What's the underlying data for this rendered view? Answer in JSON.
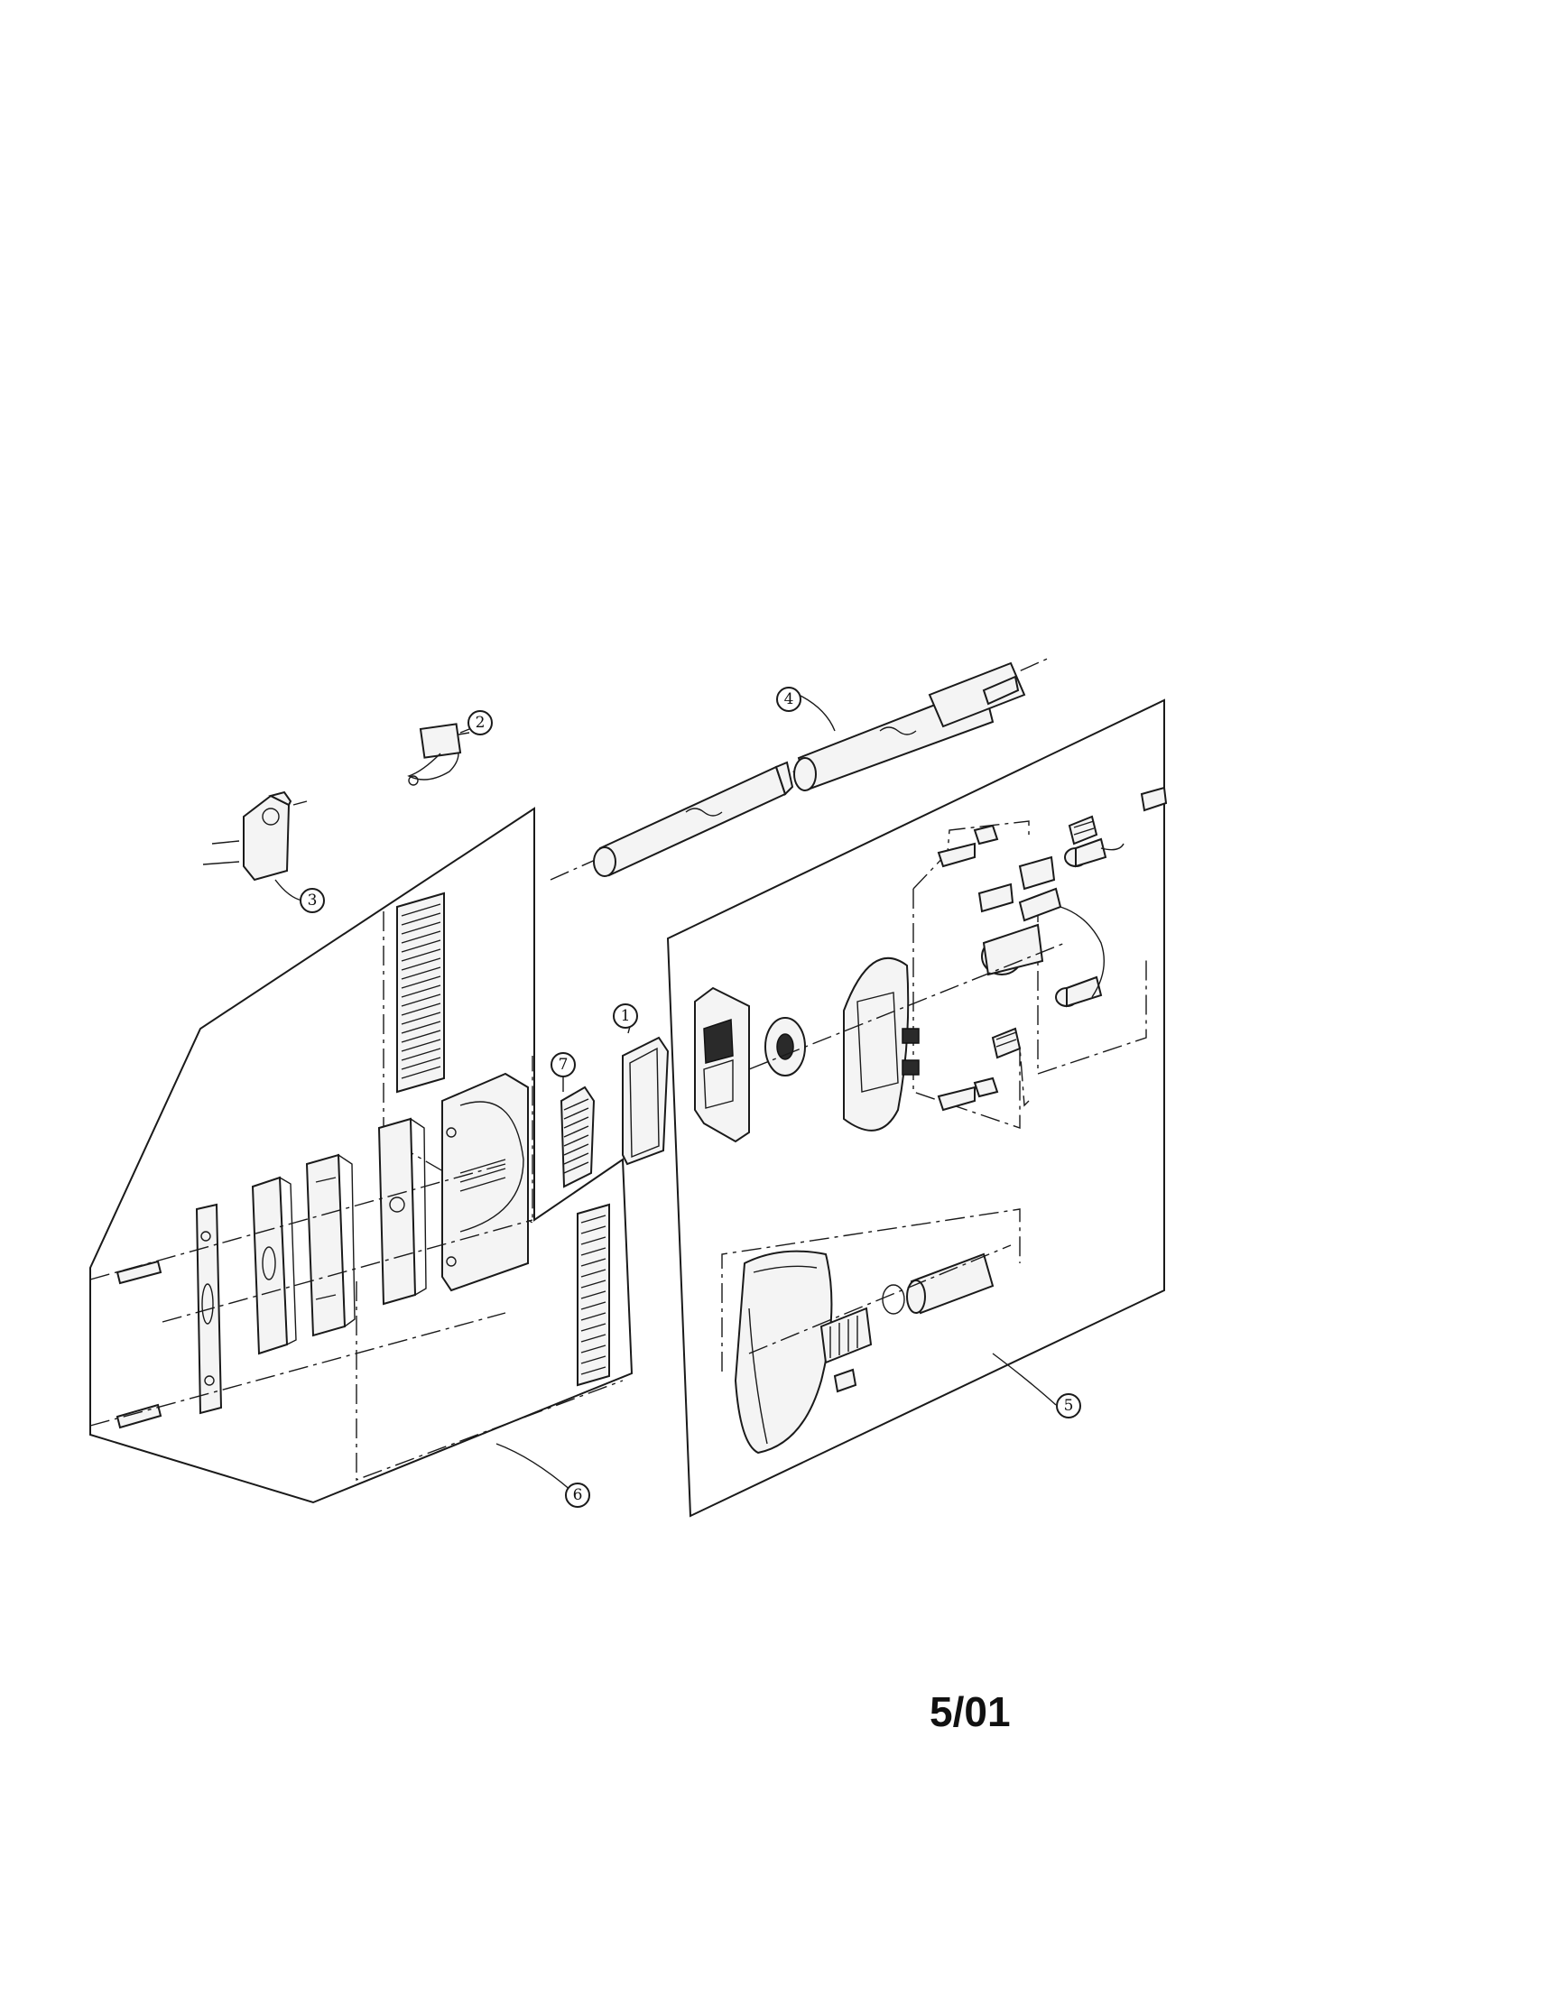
{
  "callouts": [
    {
      "id": "1",
      "label": "1"
    },
    {
      "id": "2",
      "label": "2"
    },
    {
      "id": "3",
      "label": "3"
    },
    {
      "id": "4",
      "label": "4"
    },
    {
      "id": "5",
      "label": "5"
    },
    {
      "id": "6",
      "label": "6"
    },
    {
      "id": "7",
      "label": "7"
    }
  ],
  "date_code": "5/01"
}
